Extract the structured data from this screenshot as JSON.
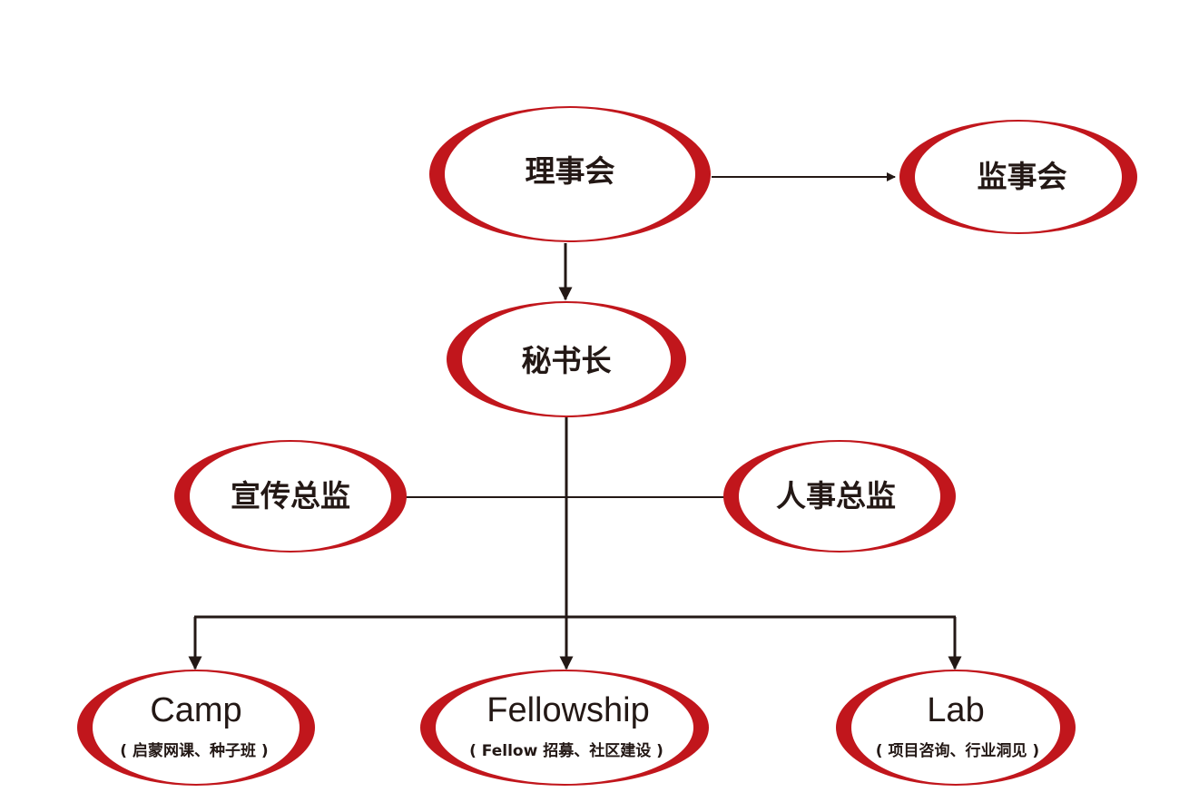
{
  "colors": {
    "accent": "#c1161c",
    "line": "#231815",
    "text": "#231815",
    "background": "#ffffff"
  },
  "nodes": {
    "board": {
      "label": "理事会"
    },
    "supervisors": {
      "label": "监事会"
    },
    "secretary_general": {
      "label": "秘书长"
    },
    "publicity_director": {
      "label": "宣传总监"
    },
    "hr_director": {
      "label": "人事总监"
    },
    "camp": {
      "title": "Camp",
      "subtitle": "( 启蒙网课、种子班 )"
    },
    "fellowship": {
      "title": "Fellowship",
      "subtitle": "( Fellow 招募、社区建设 )"
    },
    "lab": {
      "title": "Lab",
      "subtitle": "( 项目咨询、行业洞见 )"
    }
  }
}
